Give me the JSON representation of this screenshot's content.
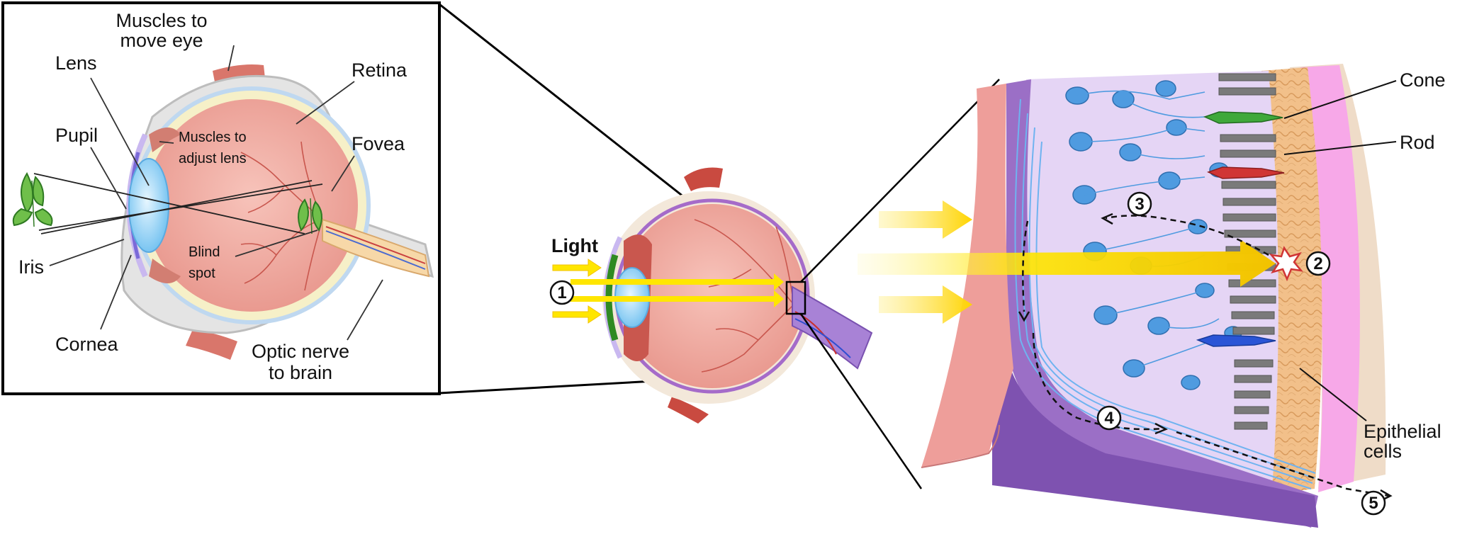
{
  "inset": {
    "labels": {
      "muscles_move_line1": "Muscles to",
      "muscles_move_line2": "move eye",
      "lens": "Lens",
      "retina": "Retina",
      "pupil": "Pupil",
      "muscles_adjust_line1": "Muscles to",
      "muscles_adjust_line2": "adjust lens",
      "fovea": "Fovea",
      "blind_line1": "Blind",
      "blind_line2": "spot",
      "iris": "Iris",
      "cornea": "Cornea",
      "optic_line1": "Optic nerve",
      "optic_line2": "to brain"
    }
  },
  "middle": {
    "light": "Light",
    "step1": "1"
  },
  "retina": {
    "cone": "Cone",
    "rod": "Rod",
    "epithelial_line1": "Epithelial",
    "epithelial_line2": "cells",
    "step2": "2",
    "step3": "3",
    "step4": "4",
    "step5": "5"
  },
  "colors": {
    "light_arrow": "#FFE600",
    "eyeball": "#F2A9A0",
    "retina_fill": "#E5D5F5",
    "neuron": "#4F9BE0",
    "purple_layer": "#9B6FC6",
    "epithelial": "#F2C08A",
    "outline": "#111111"
  }
}
